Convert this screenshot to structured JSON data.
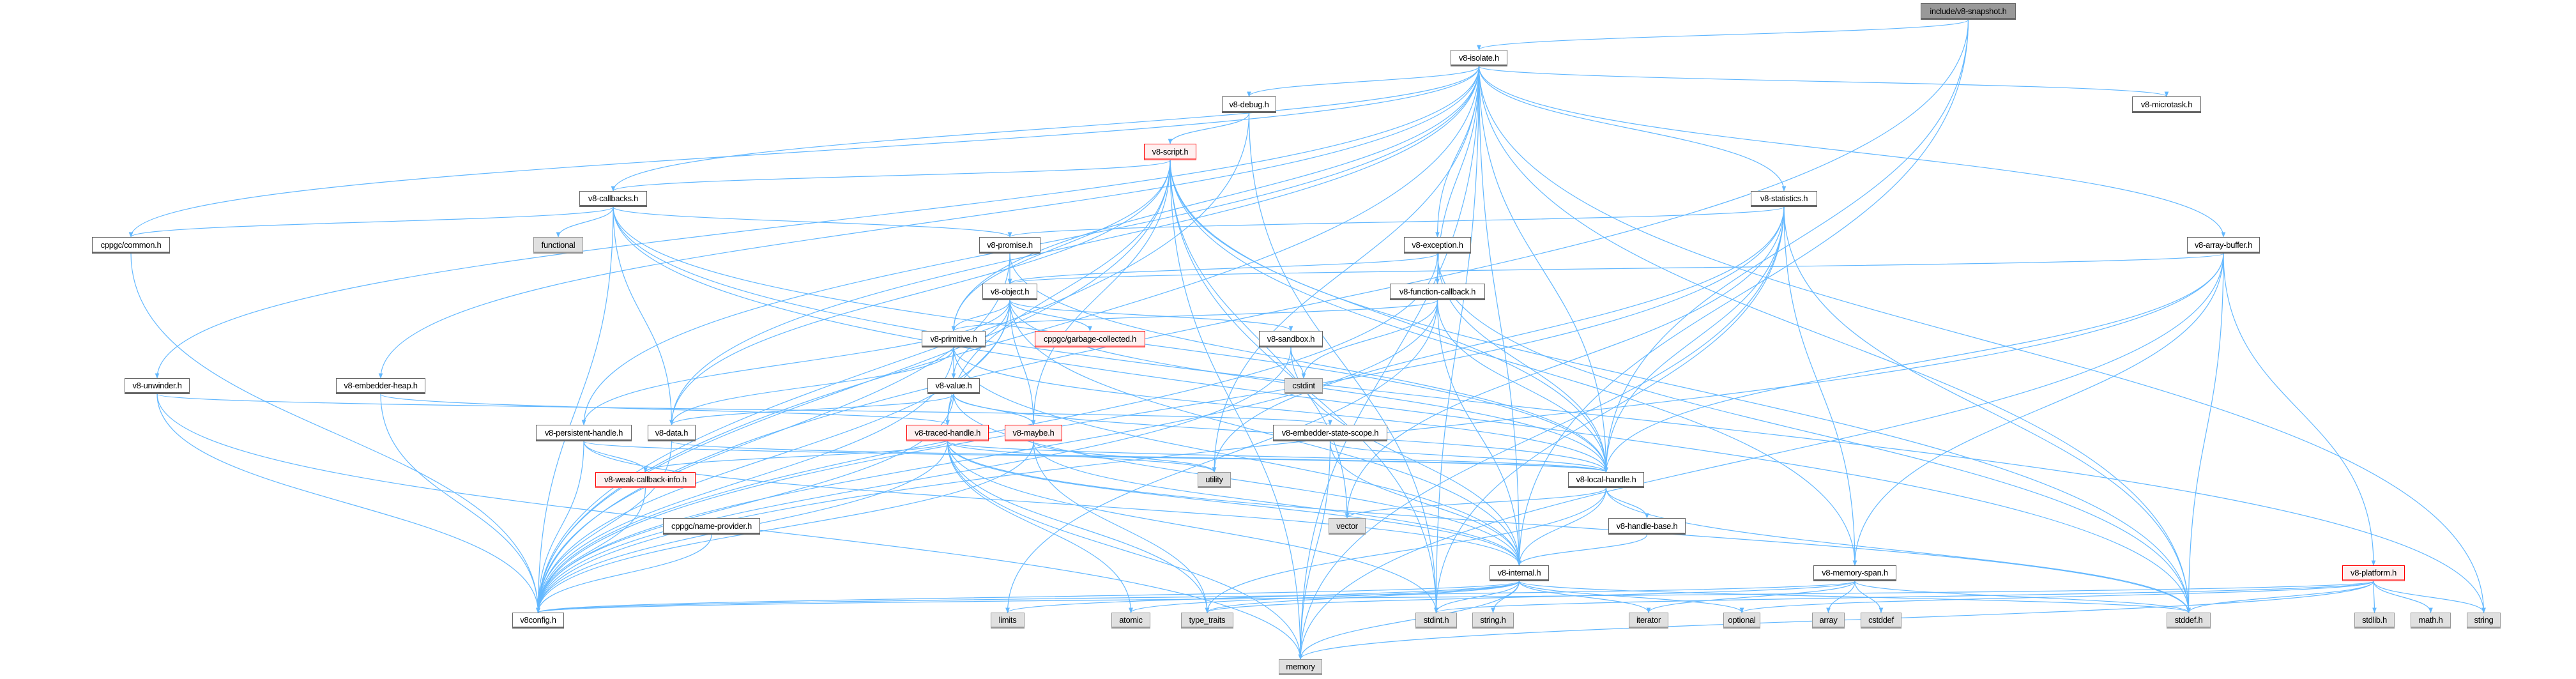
{
  "graph": {
    "root": "include/v8-snapshot.h",
    "colors": {
      "edge": "#63B8FF",
      "node_border": "#666666",
      "highlight_border": "#FF0000",
      "highlight_fill": "#FFF0F0",
      "system_fill": "#E0E0E0",
      "root_fill": "#999999"
    },
    "nodes": [
      {
        "label": "include/v8-snapshot.h",
        "kind": "root"
      },
      {
        "label": "v8-isolate.h",
        "kind": "normal"
      },
      {
        "label": "v8-debug.h",
        "kind": "normal"
      },
      {
        "label": "v8-microtask.h",
        "kind": "normal"
      },
      {
        "label": "v8-script.h",
        "kind": "red"
      },
      {
        "label": "v8-callbacks.h",
        "kind": "normal"
      },
      {
        "label": "v8-statistics.h",
        "kind": "normal"
      },
      {
        "label": "cppgc/common.h",
        "kind": "normal"
      },
      {
        "label": "functional",
        "kind": "sys"
      },
      {
        "label": "v8-promise.h",
        "kind": "normal"
      },
      {
        "label": "v8-exception.h",
        "kind": "normal"
      },
      {
        "label": "v8-array-buffer.h",
        "kind": "normal"
      },
      {
        "label": "v8-object.h",
        "kind": "normal"
      },
      {
        "label": "v8-function-callback.h",
        "kind": "normal"
      },
      {
        "label": "v8-primitive.h",
        "kind": "normal"
      },
      {
        "label": "cppgc/garbage-collected.h",
        "kind": "red"
      },
      {
        "label": "v8-sandbox.h",
        "kind": "normal"
      },
      {
        "label": "v8-unwinder.h",
        "kind": "normal"
      },
      {
        "label": "v8-embedder-heap.h",
        "kind": "normal"
      },
      {
        "label": "v8-value.h",
        "kind": "normal"
      },
      {
        "label": "cstdint",
        "kind": "sys"
      },
      {
        "label": "v8-persistent-handle.h",
        "kind": "normal"
      },
      {
        "label": "v8-data.h",
        "kind": "normal"
      },
      {
        "label": "v8-traced-handle.h",
        "kind": "red"
      },
      {
        "label": "v8-maybe.h",
        "kind": "red"
      },
      {
        "label": "v8-embedder-state-scope.h",
        "kind": "normal"
      },
      {
        "label": "v8-weak-callback-info.h",
        "kind": "red"
      },
      {
        "label": "utility",
        "kind": "sys"
      },
      {
        "label": "v8-local-handle.h",
        "kind": "normal"
      },
      {
        "label": "cppgc/name-provider.h",
        "kind": "normal"
      },
      {
        "label": "vector",
        "kind": "sys"
      },
      {
        "label": "v8-handle-base.h",
        "kind": "normal"
      },
      {
        "label": "v8-internal.h",
        "kind": "normal"
      },
      {
        "label": "v8-memory-span.h",
        "kind": "normal"
      },
      {
        "label": "v8-platform.h",
        "kind": "red"
      },
      {
        "label": "v8config.h",
        "kind": "normal"
      },
      {
        "label": "limits",
        "kind": "sys"
      },
      {
        "label": "atomic",
        "kind": "sys"
      },
      {
        "label": "type_traits",
        "kind": "sys"
      },
      {
        "label": "stdint.h",
        "kind": "sys"
      },
      {
        "label": "string.h",
        "kind": "sys"
      },
      {
        "label": "iterator",
        "kind": "sys"
      },
      {
        "label": "optional",
        "kind": "sys"
      },
      {
        "label": "array",
        "kind": "sys"
      },
      {
        "label": "cstddef",
        "kind": "sys"
      },
      {
        "label": "stddef.h",
        "kind": "sys"
      },
      {
        "label": "stdlib.h",
        "kind": "sys"
      },
      {
        "label": "math.h",
        "kind": "sys"
      },
      {
        "label": "string",
        "kind": "sys"
      },
      {
        "label": "memory",
        "kind": "sys"
      }
    ],
    "edges": [
      [
        "include/v8-snapshot.h",
        "v8-isolate.h"
      ],
      [
        "include/v8-snapshot.h",
        "v8-internal.h"
      ],
      [
        "include/v8-snapshot.h",
        "v8-local-handle.h"
      ],
      [
        "include/v8-snapshot.h",
        "v8config.h"
      ],
      [
        "v8-isolate.h",
        "stddef.h"
      ],
      [
        "v8-isolate.h",
        "stdint.h"
      ],
      [
        "v8-isolate.h",
        "memory"
      ],
      [
        "v8-isolate.h",
        "string"
      ],
      [
        "v8-isolate.h",
        "utility"
      ],
      [
        "v8-isolate.h",
        "cppgc/common.h"
      ],
      [
        "v8-isolate.h",
        "v8-array-buffer.h"
      ],
      [
        "v8-isolate.h",
        "v8-callbacks.h"
      ],
      [
        "v8-isolate.h",
        "v8-data.h"
      ],
      [
        "v8-isolate.h",
        "v8-debug.h"
      ],
      [
        "v8-isolate.h",
        "v8-embedder-heap.h"
      ],
      [
        "v8-isolate.h",
        "v8-exception.h"
      ],
      [
        "v8-isolate.h",
        "v8-function-callback.h"
      ],
      [
        "v8-isolate.h",
        "v8-internal.h"
      ],
      [
        "v8-isolate.h",
        "v8-local-handle.h"
      ],
      [
        "v8-isolate.h",
        "v8-microtask.h"
      ],
      [
        "v8-isolate.h",
        "v8-persistent-handle.h"
      ],
      [
        "v8-isolate.h",
        "v8-primitive.h"
      ],
      [
        "v8-isolate.h",
        "v8-statistics.h"
      ],
      [
        "v8-isolate.h",
        "v8-unwinder.h"
      ],
      [
        "v8-isolate.h",
        "v8config.h"
      ],
      [
        "v8-debug.h",
        "stdint.h"
      ],
      [
        "v8-debug.h",
        "v8-script.h"
      ],
      [
        "v8-debug.h",
        "v8config.h"
      ],
      [
        "v8-script.h",
        "stddef.h"
      ],
      [
        "v8-script.h",
        "stdint.h"
      ],
      [
        "v8-script.h",
        "memory"
      ],
      [
        "v8-script.h",
        "vector"
      ],
      [
        "v8-script.h",
        "v8-callbacks.h"
      ],
      [
        "v8-script.h",
        "v8-data.h"
      ],
      [
        "v8-script.h",
        "v8-local-handle.h"
      ],
      [
        "v8-script.h",
        "v8-maybe.h"
      ],
      [
        "v8-script.h",
        "v8-memory-span.h"
      ],
      [
        "v8-script.h",
        "v8-primitive.h"
      ],
      [
        "v8-script.h",
        "v8config.h"
      ],
      [
        "v8-script.h",
        "v8-traced-handle.h"
      ],
      [
        "v8-callbacks.h",
        "stddef.h"
      ],
      [
        "v8-callbacks.h",
        "functional"
      ],
      [
        "v8-callbacks.h",
        "string"
      ],
      [
        "v8-callbacks.h",
        "cppgc/common.h"
      ],
      [
        "v8-callbacks.h",
        "v8-data.h"
      ],
      [
        "v8-callbacks.h",
        "v8-local-handle.h"
      ],
      [
        "v8-callbacks.h",
        "v8-promise.h"
      ],
      [
        "v8-callbacks.h",
        "v8config.h"
      ],
      [
        "v8-promise.h",
        "v8-local-handle.h"
      ],
      [
        "v8-promise.h",
        "v8-object.h"
      ],
      [
        "v8-promise.h",
        "v8config.h"
      ],
      [
        "v8-object.h",
        "v8-internal.h"
      ],
      [
        "v8-object.h",
        "v8-local-handle.h"
      ],
      [
        "v8-object.h",
        "v8-maybe.h"
      ],
      [
        "v8-object.h",
        "v8-persistent-handle.h"
      ],
      [
        "v8-object.h",
        "v8-primitive.h"
      ],
      [
        "v8-object.h",
        "v8-sandbox.h"
      ],
      [
        "v8-object.h",
        "v8-traced-handle.h"
      ],
      [
        "v8-object.h",
        "v8-value.h"
      ],
      [
        "v8-object.h",
        "v8config.h"
      ],
      [
        "v8-object.h",
        "cppgc/garbage-collected.h"
      ],
      [
        "v8-primitive.h",
        "v8-data.h"
      ],
      [
        "v8-primitive.h",
        "v8-internal.h"
      ],
      [
        "v8-primitive.h",
        "v8-local-handle.h"
      ],
      [
        "v8-primitive.h",
        "v8-value.h"
      ],
      [
        "v8-primitive.h",
        "v8config.h"
      ],
      [
        "v8-value.h",
        "v8-data.h"
      ],
      [
        "v8-value.h",
        "v8-internal.h"
      ],
      [
        "v8-value.h",
        "v8-local-handle.h"
      ],
      [
        "v8-value.h",
        "v8-maybe.h"
      ],
      [
        "v8-value.h",
        "v8config.h"
      ],
      [
        "v8-data.h",
        "v8-local-handle.h"
      ],
      [
        "v8-data.h",
        "v8config.h"
      ],
      [
        "v8-local-handle.h",
        "stddef.h"
      ],
      [
        "v8-local-handle.h",
        "type_traits"
      ],
      [
        "v8-local-handle.h",
        "vector"
      ],
      [
        "v8-local-handle.h",
        "v8-handle-base.h"
      ],
      [
        "v8-local-handle.h",
        "v8-internal.h"
      ],
      [
        "v8-handle-base.h",
        "v8-internal.h"
      ],
      [
        "v8-internal.h",
        "stddef.h"
      ],
      [
        "v8-internal.h",
        "stdint.h"
      ],
      [
        "v8-internal.h",
        "string.h"
      ],
      [
        "v8-internal.h",
        "atomic"
      ],
      [
        "v8-internal.h",
        "iterator"
      ],
      [
        "v8-internal.h",
        "limits"
      ],
      [
        "v8-internal.h",
        "memory"
      ],
      [
        "v8-internal.h",
        "optional"
      ],
      [
        "v8-internal.h",
        "type_traits"
      ],
      [
        "v8-internal.h",
        "v8config.h"
      ],
      [
        "v8-maybe.h",
        "type_traits"
      ],
      [
        "v8-maybe.h",
        "utility"
      ],
      [
        "v8-maybe.h",
        "v8-internal.h"
      ],
      [
        "v8-maybe.h",
        "v8config.h"
      ],
      [
        "v8-traced-handle.h",
        "stddef.h"
      ],
      [
        "v8-traced-handle.h",
        "stdint.h"
      ],
      [
        "v8-traced-handle.h",
        "atomic"
      ],
      [
        "v8-traced-handle.h",
        "memory"
      ],
      [
        "v8-traced-handle.h",
        "type_traits"
      ],
      [
        "v8-traced-handle.h",
        "utility"
      ],
      [
        "v8-traced-handle.h",
        "v8-internal.h"
      ],
      [
        "v8-traced-handle.h",
        "v8-local-handle.h"
      ],
      [
        "v8-traced-handle.h",
        "v8-weak-callback-info.h"
      ],
      [
        "v8-traced-handle.h",
        "v8config.h"
      ],
      [
        "v8-weak-callback-info.h",
        "v8config.h"
      ],
      [
        "v8-persistent-handle.h",
        "v8-internal.h"
      ],
      [
        "v8-persistent-handle.h",
        "v8-local-handle.h"
      ],
      [
        "v8-persistent-handle.h",
        "v8-weak-callback-info.h"
      ],
      [
        "v8-persistent-handle.h",
        "v8config.h"
      ],
      [
        "v8-sandbox.h",
        "cstdint"
      ],
      [
        "v8-sandbox.h",
        "v8-internal.h"
      ],
      [
        "v8-sandbox.h",
        "v8config.h"
      ],
      [
        "v8-exception.h",
        "stddef.h"
      ],
      [
        "v8-exception.h",
        "v8-local-handle.h"
      ],
      [
        "v8-exception.h",
        "v8-object.h"
      ],
      [
        "v8-exception.h",
        "v8config.h"
      ],
      [
        "v8-function-callback.h",
        "cstdint"
      ],
      [
        "v8-function-callback.h",
        "limits"
      ],
      [
        "v8-function-callback.h",
        "v8-internal.h"
      ],
      [
        "v8-function-callback.h",
        "v8-local-handle.h"
      ],
      [
        "v8-function-callback.h",
        "v8-primitive.h"
      ],
      [
        "v8-function-callback.h",
        "v8config.h"
      ],
      [
        "v8-embedder-heap.h",
        "v8-traced-handle.h"
      ],
      [
        "v8-embedder-heap.h",
        "v8config.h"
      ],
      [
        "v8-unwinder.h",
        "memory"
      ],
      [
        "v8-unwinder.h",
        "v8-embedder-state-scope.h"
      ],
      [
        "v8-unwinder.h",
        "v8config.h"
      ],
      [
        "v8-embedder-state-scope.h",
        "memory"
      ],
      [
        "v8-embedder-state-scope.h",
        "v8-internal.h"
      ],
      [
        "v8-embedder-state-scope.h",
        "v8-local-handle.h"
      ],
      [
        "v8-statistics.h",
        "stddef.h"
      ],
      [
        "v8-statistics.h",
        "stdint.h"
      ],
      [
        "v8-statistics.h",
        "memory"
      ],
      [
        "v8-statistics.h",
        "utility"
      ],
      [
        "v8-statistics.h",
        "vector"
      ],
      [
        "v8-statistics.h",
        "v8-local-handle.h"
      ],
      [
        "v8-statistics.h",
        "v8-memory-span.h"
      ],
      [
        "v8-statistics.h",
        "v8-promise.h"
      ],
      [
        "v8-statistics.h",
        "v8config.h"
      ],
      [
        "v8-memory-span.h",
        "stddef.h"
      ],
      [
        "v8-memory-span.h",
        "array"
      ],
      [
        "v8-memory-span.h",
        "cstddef"
      ],
      [
        "v8-memory-span.h",
        "iterator"
      ],
      [
        "v8-memory-span.h",
        "type_traits"
      ],
      [
        "v8-memory-span.h",
        "v8config.h"
      ],
      [
        "v8-array-buffer.h",
        "stddef.h"
      ],
      [
        "v8-array-buffer.h",
        "memory"
      ],
      [
        "v8-array-buffer.h",
        "v8-local-handle.h"
      ],
      [
        "v8-array-buffer.h",
        "v8-memory-span.h"
      ],
      [
        "v8-array-buffer.h",
        "v8-object.h"
      ],
      [
        "v8-array-buffer.h",
        "v8-platform.h"
      ],
      [
        "v8-array-buffer.h",
        "v8config.h"
      ],
      [
        "v8-platform.h",
        "math.h"
      ],
      [
        "v8-platform.h",
        "stddef.h"
      ],
      [
        "v8-platform.h",
        "stdint.h"
      ],
      [
        "v8-platform.h",
        "stdlib.h"
      ],
      [
        "v8-platform.h",
        "memory"
      ],
      [
        "v8-platform.h",
        "optional"
      ],
      [
        "v8-platform.h",
        "string"
      ],
      [
        "v8-platform.h",
        "v8config.h"
      ],
      [
        "cppgc/common.h",
        "v8config.h"
      ],
      [
        "cppgc/name-provider.h",
        "v8config.h"
      ]
    ]
  }
}
